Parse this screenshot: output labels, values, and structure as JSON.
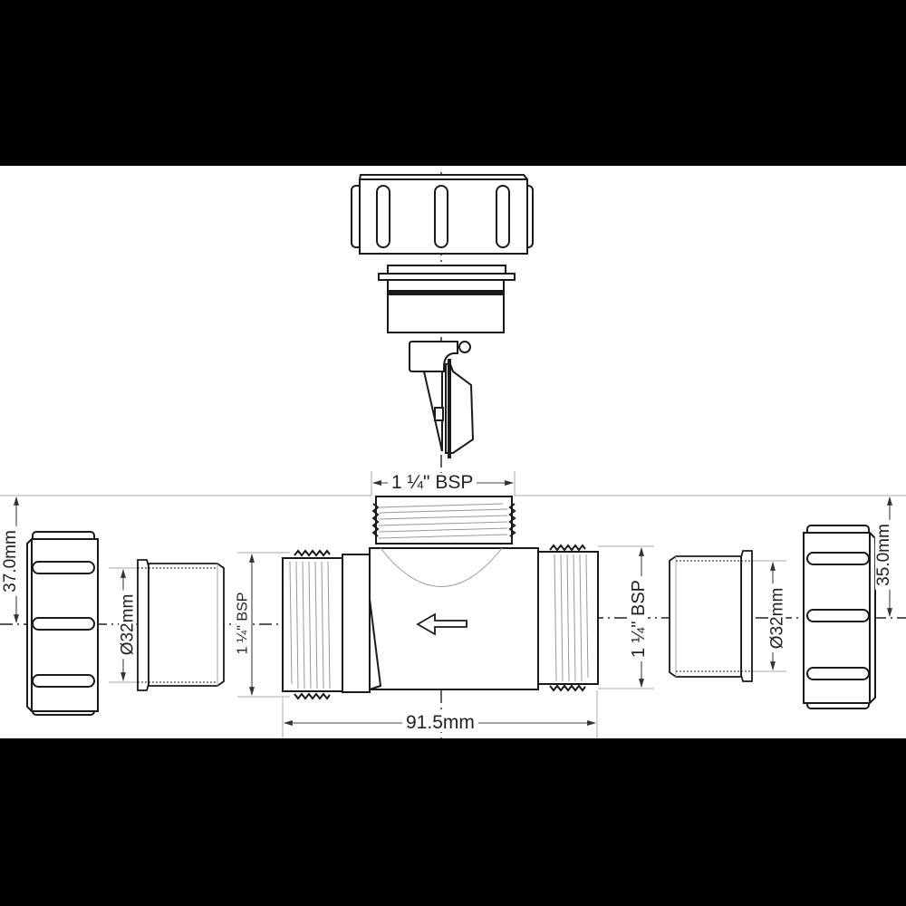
{
  "diagram": {
    "type": "technical-drawing",
    "subject": "Waste trap tee fitting with check valve, compression nuts and seals (exploded view)",
    "colors": {
      "background": "#ffffff",
      "frame": "#000000",
      "outline": "#1a1a1a",
      "thread": "#9a9a9a",
      "dimension": "#555555"
    },
    "components": [
      {
        "id": "top-nut",
        "label": "Compression nut (top)"
      },
      {
        "id": "top-spigot",
        "label": "Spigot with O-ring"
      },
      {
        "id": "check-valve",
        "label": "Check valve flap"
      },
      {
        "id": "tee-body",
        "label": "Tee body with threaded ends"
      },
      {
        "id": "left-nut",
        "label": "Compression nut (left)"
      },
      {
        "id": "left-seal",
        "label": "Seal sleeve (left)"
      },
      {
        "id": "right-seal",
        "label": "Seal sleeve (right)"
      },
      {
        "id": "right-nut",
        "label": "Compression nut (right)"
      },
      {
        "id": "flow-arrow",
        "label": "Flow direction arrow (pointing left)"
      }
    ],
    "dimensions": {
      "top_thread": "1 ¼\" BSP",
      "left_nut_height": "37.0mm",
      "right_nut_height": "35.0mm",
      "left_seal_diameter": "Ø32mm",
      "right_seal_diameter": "Ø32mm",
      "left_thread": "1 ¼\" BSP",
      "right_thread": "1 ¼\" BSP",
      "overall_length": "91.5mm"
    }
  }
}
